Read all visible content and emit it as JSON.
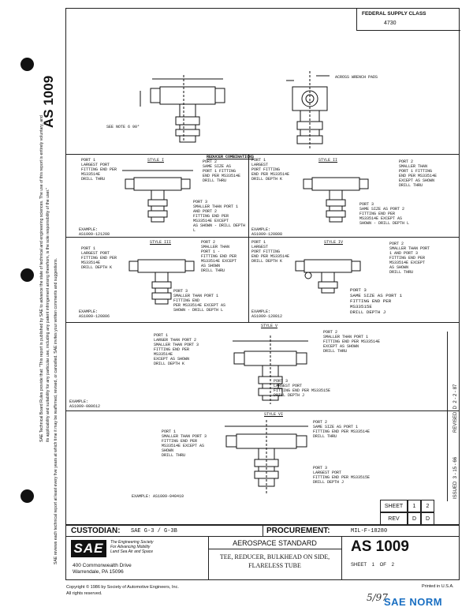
{
  "left_margin": {
    "doc_number": "AS 1009",
    "notice_line1": "SAE Technical Board Rules provide that: \"This report is published by SAE to advance the state of technical and engineering sciences. The use of this report is entirely voluntary, and",
    "notice_line2": "its applicability and suitability for any particular use, including any patent infringement arising therefrom, is the sole responsibility of the user.\"",
    "notice_line3": "SAE reviews each technical report at least every five years at which time it may be reaffirmed, revised, or cancelled. SAE invites your written comments and suggestions."
  },
  "header": {
    "fsc_label": "FEDERAL SUPPLY CLASS",
    "fsc_value": "4730"
  },
  "top_drawing": {
    "wrench_note": "ACROSS WRENCH PADS",
    "note_ref": "SEE NOTE 6  90°"
  },
  "reducer_title": "REDUCER COMBINATIONS",
  "styles": [
    {
      "title": "STYLE I",
      "port1": [
        "PORT 1",
        "LARGEST PORT",
        "FITTING END PER",
        "MS33514E",
        "DRILL THRU"
      ],
      "port2": [
        "PORT 2",
        "SAME SIZE AS",
        "PORT 1 FITTING",
        "END PER MS33514E",
        "DRILL THRU"
      ],
      "port3": [
        "PORT 3",
        "SMALLER THAN PORT 1",
        "AND PORT 2",
        "FITTING END PER",
        "MS33514E EXCEPT",
        "AS SHOWN - DRILL DEPTH L"
      ],
      "example": "EXAMPLE:",
      "example_code": "AS1009-121208"
    },
    {
      "title": "STYLE II",
      "port1": [
        "PORT 1",
        "LARGEST",
        "PORT FITTING",
        "END PER MS33514E",
        "DRILL DEPTH K"
      ],
      "port2": [
        "PORT 2",
        "SMALLER THAN",
        "PORT 1 FITTING",
        "END PER MS33514E",
        "EXCEPT AS SHOWN",
        "DRILL THRU"
      ],
      "port3": [
        "PORT 3",
        "SAME SIZE AS PORT 2",
        "FITTING END PER",
        "MS33514E EXCEPT AS",
        "SHOWN - DRILL DEPTH L"
      ],
      "example": "EXAMPLE:",
      "example_code": "AS1009-120808"
    },
    {
      "title": "STYLE III",
      "port1": [
        "PORT 1",
        "LARGEST PORT",
        "FITTING END PER",
        "MS33514E",
        "DRILL DEPTH K"
      ],
      "port2": [
        "PORT 2",
        "SMALLER THAN",
        "PORT 1 -",
        "FITTING END PER",
        "MS33514E EXCEPT",
        "AS SHOWN",
        "DRILL THRU"
      ],
      "port3": [
        "PORT 3",
        "SMALLER THAN PORT 1",
        "FITTING END",
        "PER MS33514E EXCEPT AS",
        "SHOWN - DRILL DEPTH L"
      ],
      "example": "EXAMPLE:",
      "example_code": "AS1009-120806"
    },
    {
      "title": "STYLE IV",
      "port1": [
        "PORT 1",
        "LARGEST",
        "PORT FITTING",
        "END PER MS33514E",
        "DRILL DEPTH K"
      ],
      "port2": [
        "PORT 2",
        "SMALLER THAN PORT",
        "1 AND PORT 3",
        "FITTING END PER",
        "MS33514E EXCEPT",
        "AS SHOWN",
        "DRILL THRU"
      ],
      "port3": [
        "PORT 3",
        "SAME SIZE AS PORT 1",
        "FITTING END PER",
        "MS33515E",
        "DRILL DEPTH J"
      ],
      "example": "EXAMPLE:",
      "example_code": "AS1009-120812"
    },
    {
      "title": "STYLE V",
      "port1": [
        "PORT 1",
        "LARGER THAN PORT 2",
        "SMALLER THAN PORT 3",
        "FITTING END PER",
        "MS33514E",
        "EXCEPT AS SHOWN",
        "DRILL DEPTH K"
      ],
      "port2": [
        "PORT 2",
        "SMALLER THAN PORT 1",
        "FITTING END PER MS33514E",
        "EXCEPT AS SHOWN",
        "DRILL THRU"
      ],
      "port3": [
        "PORT 3",
        "LARGEST PORT",
        "FITTING END PER MS33515E",
        "DRILL DEPTH J"
      ],
      "example": "EXAMPLE:",
      "example_code": "AS1009-080612"
    },
    {
      "title": "STYLE VI",
      "port1": [
        "PORT 1",
        "SMALLER THAN PORT 3",
        "FITTING END PER",
        "MS33514E EXCEPT AS",
        "SHOWN",
        "DRILL THRU"
      ],
      "port2": [
        "PORT 2",
        "SAME SIZE AS PORT 1",
        "FITTING END PER MS33514E",
        "DRILL THRU"
      ],
      "port3": [
        "PORT 3",
        "LARGEST PORT",
        "FITTING END PER MS33515E",
        "DRILL DEPTH J"
      ],
      "example": "EXAMPLE:",
      "example_code": "AS1009-040410"
    }
  ],
  "revision": {
    "revised_label": "REVISED",
    "rev_letter": "D",
    "revised_date": "2 - 2 - 87",
    "issued_label": "ISSUED",
    "issued_date": "3 - 15 - 66"
  },
  "sheet_table": {
    "sheet_label": "SHEET",
    "sheet_1": "1",
    "sheet_2": "2",
    "rev_label": "REV",
    "rev_1": "D",
    "rev_2": "D"
  },
  "footer": {
    "custodian_label": "CUSTODIAN:",
    "custodian_value": "SAE G-3 / G-3B",
    "procurement_label": "PROCUREMENT:",
    "procurement_value": "MIL-F-18280",
    "sae_logo": "SAE",
    "sae_tagline": [
      "The Engineering Society",
      "For Advancing Mobility",
      "Land Sea Air and Space"
    ],
    "address1": "400 Commonwealth Drive",
    "address2": "Warrendale, PA  15096",
    "standard_title": "AEROSPACE STANDARD",
    "description1": "TEE, REDUCER, BULKHEAD ON SIDE,",
    "description2": "FLARELESS TUBE",
    "doc_number": "AS 1009",
    "sheet_of": "SHEET    1    OF    2",
    "copyright": "Copyright © 1986 by Society of Automotive Engineers, Inc.",
    "rights": "All rights reserved.",
    "printed": "Printed in U.S.A.",
    "watermark": "SAE NORM",
    "handwritten": "5/97"
  }
}
